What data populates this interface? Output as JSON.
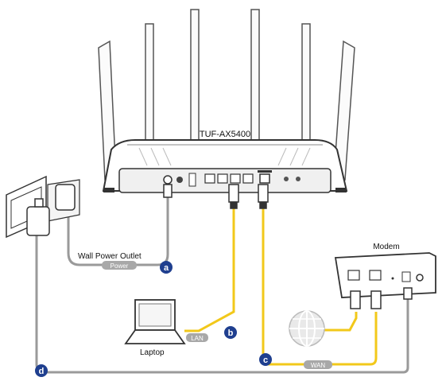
{
  "router": {
    "model": "TUF-AX5400"
  },
  "labels": {
    "wall_power_outlet": "Wall Power Outlet",
    "modem": "Modem",
    "laptop": "Laptop"
  },
  "cable_tags": {
    "power": "Power",
    "lan": "LAN",
    "wan": "WAN"
  },
  "markers": {
    "a": "a",
    "b": "b",
    "c": "c",
    "d": "d"
  },
  "colors": {
    "marker": "#1f3f8f",
    "lan_wan_cable": "#f2c81a",
    "power_cable": "#9a9a9a",
    "outline": "#333333"
  }
}
